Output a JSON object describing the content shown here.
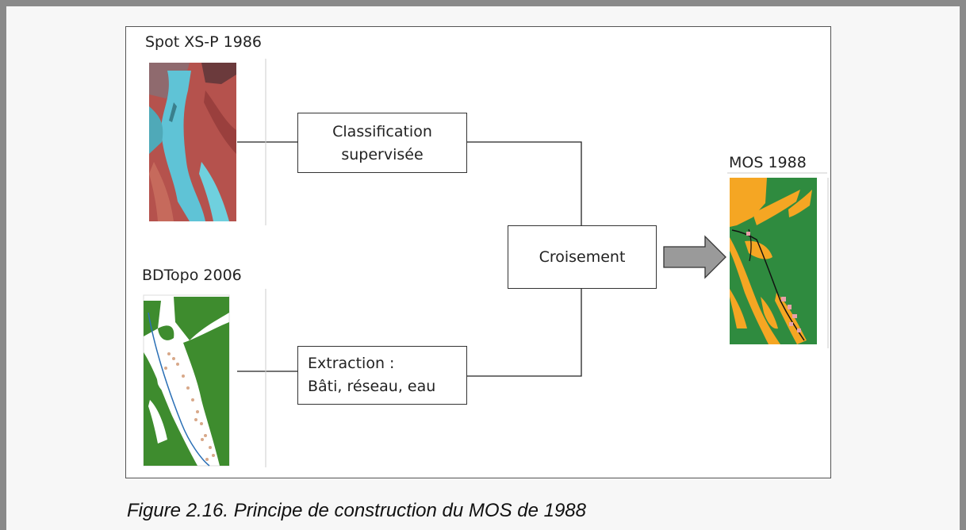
{
  "inputs": {
    "spot_title": "Spot XS-P 1986",
    "bdtopo_title": "BDTopo 2006"
  },
  "process": {
    "classification_line1": "Classification",
    "classification_line2": "supervisée",
    "extraction_line1": "Extraction :",
    "extraction_line2": "Bâti, réseau, eau",
    "croisement": "Croisement"
  },
  "output": {
    "mos_title": "MOS 1988"
  },
  "caption": "Figure 2.16. Principe de construction du MOS de 1988",
  "colors": {
    "forest_green": "#2e8b3e",
    "built_orange": "#f5a623",
    "satellite_red": "#b5524d",
    "water_cyan": "#5fc3d6"
  }
}
